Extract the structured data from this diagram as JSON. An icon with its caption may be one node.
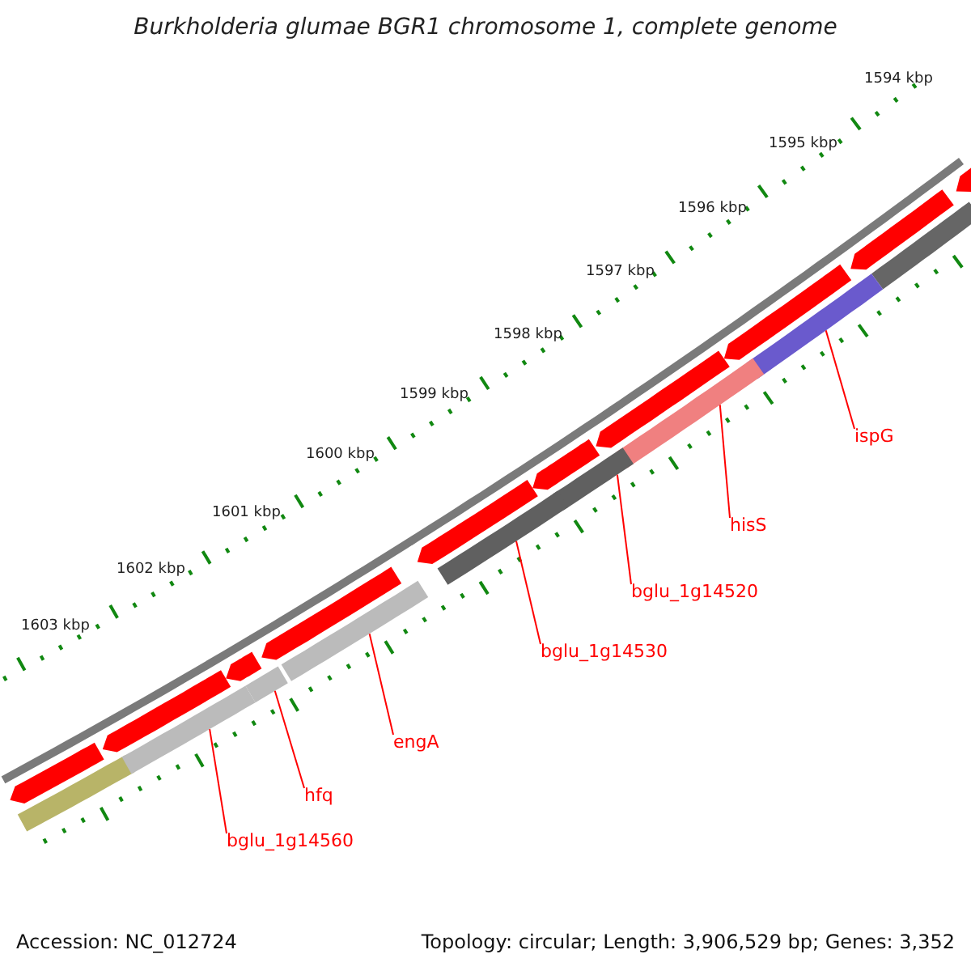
{
  "diagram": {
    "title": "Burkholderia glumae BGR1 chromosome 1, complete genome",
    "nodes": [
      {
        "text": [
          "ispG"
        ]
      },
      {
        "text": [
          "hisS"
        ]
      },
      {
        "text": [
          "bglu_1g14520"
        ]
      },
      {
        "text": [
          "bglu_1g14530"
        ]
      },
      {
        "text": [
          "engA"
        ]
      },
      {
        "text": [
          "hfq"
        ]
      },
      {
        "text": [
          "bglu_1g14560"
        ]
      },
      {
        "text": [],
        "shape": "bar"
      },
      {
        "text": [],
        "shape": "bar"
      },
      {
        "text": [],
        "shape": "bar"
      },
      {
        "text": [],
        "shape": "bar"
      },
      {
        "text": [],
        "shape": "bar"
      },
      {
        "text": [],
        "shape": "bar"
      },
      {
        "text": [],
        "shape": "bar"
      }
    ],
    "edges": [
      {
        "from": 0,
        "to": 7,
        "arrow": "none"
      },
      {
        "from": 1,
        "to": 8,
        "arrow": "none"
      },
      {
        "from": 2,
        "to": 9,
        "arrow": "none"
      },
      {
        "from": 3,
        "to": 10,
        "arrow": "none"
      },
      {
        "from": 4,
        "to": 11,
        "arrow": "none"
      },
      {
        "from": 5,
        "to": 12,
        "arrow": "none"
      },
      {
        "from": 6,
        "to": 13,
        "arrow": "none"
      }
    ],
    "labels": [
      "1594 kbp",
      "1595 kbp",
      "1596 kbp",
      "1597 kbp",
      "1598 kbp",
      "1599 kbp",
      "1600 kbp",
      "1601 kbp",
      "1602 kbp",
      "1603 kbp",
      "Accession: NC_012724",
      "Topology: circular; Length: 3,906,529 bp; Genes: 3,352"
    ]
  }
}
